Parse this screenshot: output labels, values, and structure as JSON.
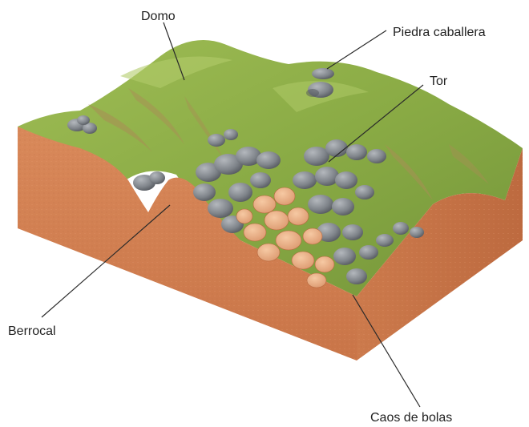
{
  "labels": {
    "domo": "Domo",
    "piedra_caballera": "Piedra caballera",
    "tor": "Tor",
    "berrocal": "Berrocal",
    "caos_de_bolas": "Caos de bolas"
  },
  "colors": {
    "background": "#ffffff",
    "grass": "#8fb04a",
    "grass_dark": "#6d8f33",
    "soil_side": "#d98e5f",
    "soil_front": "#cf7f52",
    "soil_dark": "#b8693f",
    "rock": "#8a8f96",
    "rock_dark": "#5e636a",
    "boulder_core": "#e9b087"
  }
}
